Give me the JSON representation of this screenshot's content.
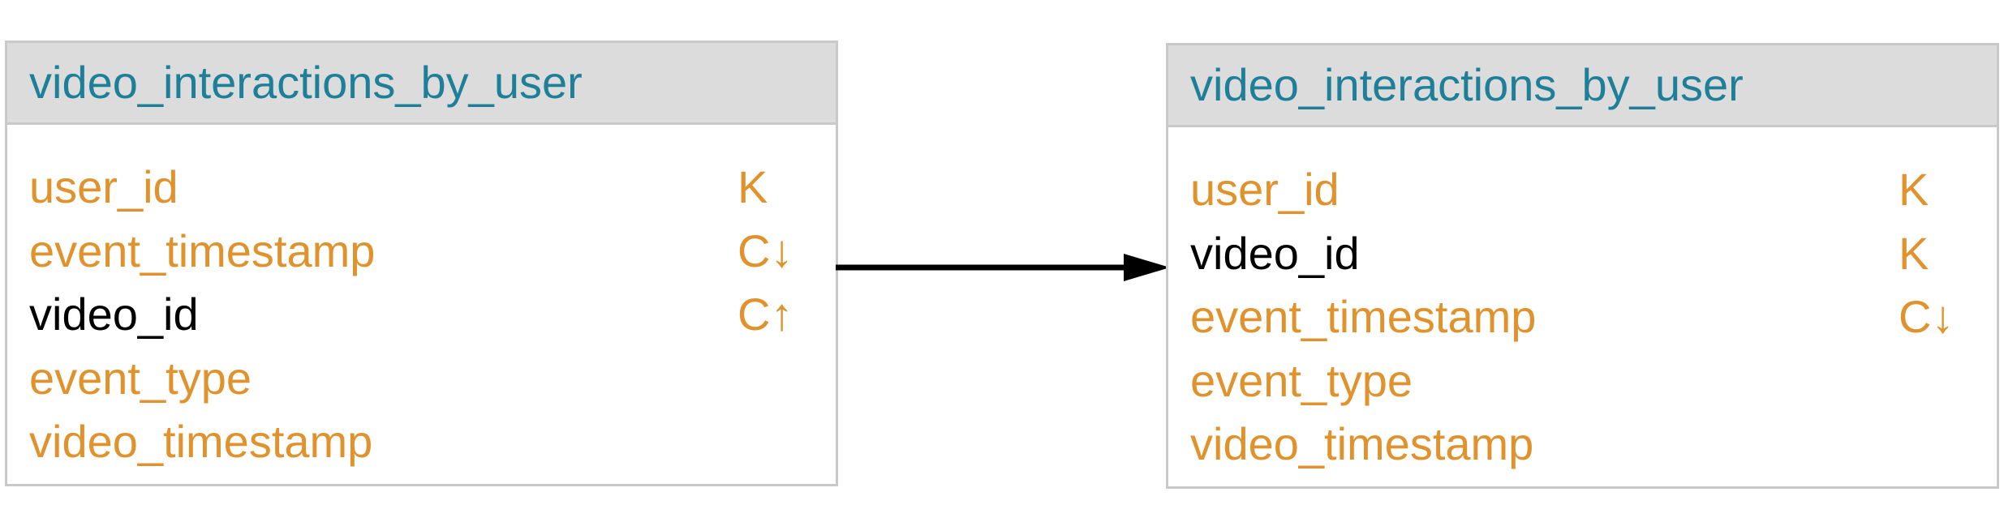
{
  "tables": [
    {
      "title": "video_interactions_by_user",
      "columns": [
        {
          "name": "user_id",
          "key": "K",
          "color": "#e0922c"
        },
        {
          "name": "event_timestamp",
          "key": "C↓",
          "color": "#e0922c"
        },
        {
          "name": "video_id",
          "key": "C↑",
          "color": "#000000"
        },
        {
          "name": "event_type",
          "key": "",
          "color": "#e0922c"
        },
        {
          "name": "video_timestamp",
          "key": "",
          "color": "#e0922c"
        }
      ]
    },
    {
      "title": "video_interactions_by_user",
      "columns": [
        {
          "name": "user_id",
          "key": "K",
          "color": "#e0922c"
        },
        {
          "name": "video_id",
          "key": "K",
          "color": "#000000"
        },
        {
          "name": "event_timestamp",
          "key": "C↓",
          "color": "#e0922c"
        },
        {
          "name": "event_type",
          "key": "",
          "color": "#e0922c"
        },
        {
          "name": "video_timestamp",
          "key": "",
          "color": "#e0922c"
        }
      ]
    }
  ],
  "colors": {
    "title": "#1e7f98",
    "column_default": "#e0922c",
    "column_highlight": "#000000",
    "header_bg": "#dcdcdc",
    "border": "#c9c9c9",
    "arrow": "#000000"
  },
  "arrow": {
    "from": "tables.0",
    "to": "tables.1",
    "icon": "arrow-right-icon"
  }
}
